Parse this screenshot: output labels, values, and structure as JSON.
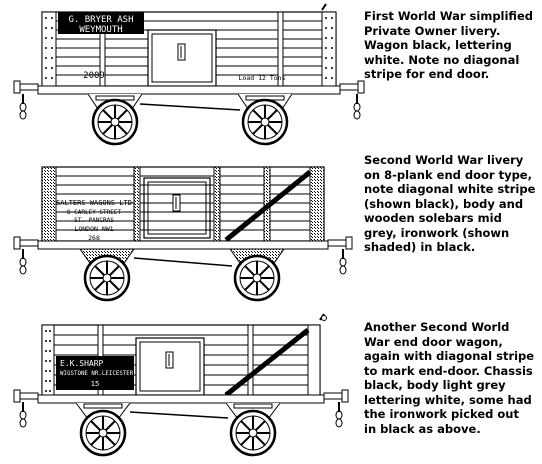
{
  "wagons": [
    {
      "livery_lines": [
        "G. BRYER ASH",
        "WEYMOUTH"
      ],
      "number": "2009",
      "load": "Load 12 Tons",
      "caption": [
        "First World War simplified",
        " Private Owner livery.",
        " Wagon black, lettering",
        " white. Note no diagonal",
        " stripe for end door."
      ]
    },
    {
      "livery_lines": [
        "SALTERS WAGONS LTD",
        "8 CARLEY STREET",
        "ST. PANCRAS",
        "LONDON NW1"
      ],
      "number": "268",
      "caption": [
        "Second World War livery",
        "on 8-plank end door type,",
        "note diagonal white stripe",
        "(shown black), body and",
        "wooden solebars mid",
        "grey, ironwork (shown",
        "shaded) in black."
      ]
    },
    {
      "livery_lines": [
        "E.K.SHARP",
        "WIGSTONE NR.LEICESTER"
      ],
      "number": "15",
      "caption": [
        "Another Second World",
        "War end door wagon,",
        "again with diagonal stripe",
        "to mark end-door. Chassis",
        "black, body light grey",
        "lettering white, some had",
        "the ironwork picked out",
        "in black as above."
      ]
    }
  ]
}
